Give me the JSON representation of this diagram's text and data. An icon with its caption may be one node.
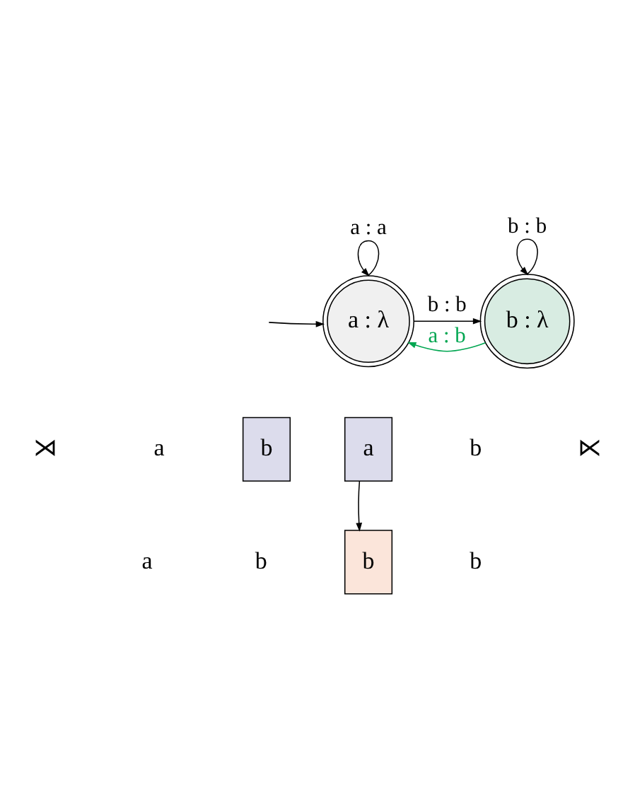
{
  "diagram": {
    "nodes": [
      {
        "text": [
          "a : λ"
        ]
      },
      {
        "text": [
          "b : λ"
        ]
      },
      {
        "text": [
          "b"
        ]
      },
      {
        "text": [
          "a"
        ]
      },
      {
        "text": [
          "b"
        ]
      }
    ],
    "edges": [
      {
        "from": null,
        "to": 0,
        "arrow": "to"
      },
      {
        "from": 0,
        "to": 0,
        "label": "a : a",
        "arrow": "to"
      },
      {
        "from": 0,
        "to": 1,
        "label": "b : b",
        "arrow": "to"
      },
      {
        "from": 1,
        "to": 1,
        "label": "b : b",
        "arrow": "to"
      },
      {
        "from": 1,
        "to": 0,
        "label": "a : b",
        "arrow": "to",
        "color": "#00a651"
      },
      {
        "from": 3,
        "to": 4,
        "arrow": "to"
      }
    ],
    "labels": [
      "⋊",
      "a",
      "b",
      "⋉",
      "a",
      "b",
      "b"
    ]
  }
}
